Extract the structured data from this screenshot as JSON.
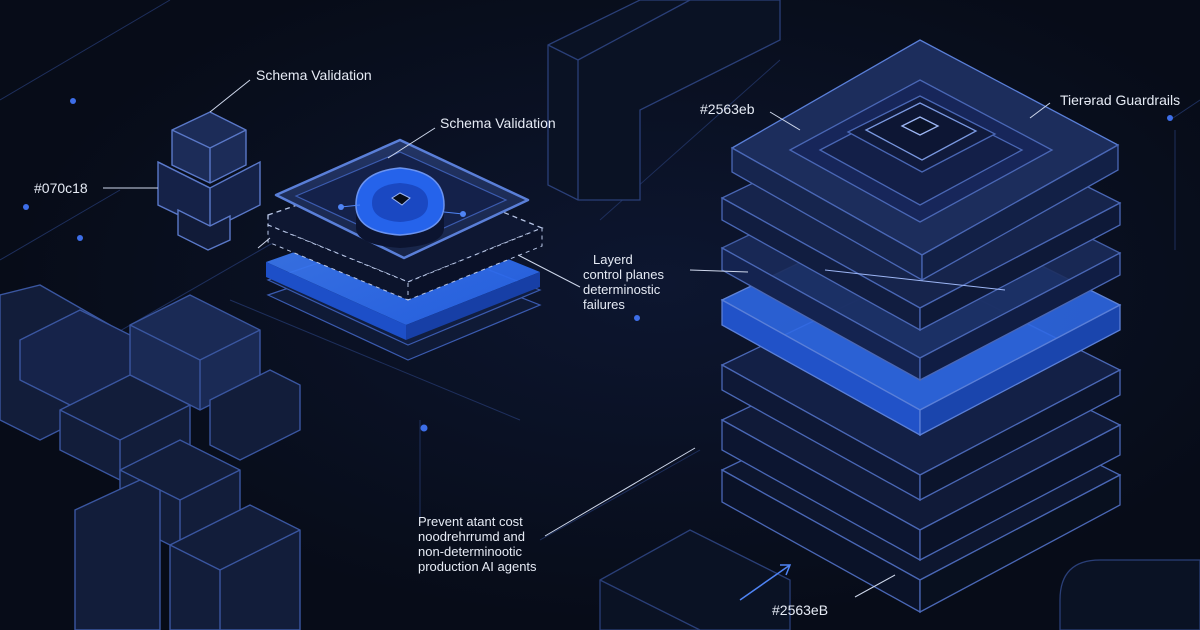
{
  "labels": {
    "schema_validation_top": "Schema Validation",
    "schema_validation_center": "Schema Validation",
    "tiered_guardrails": "Tierərad Guardrails",
    "hex_left": "#070c18",
    "hex_right_top": "#2563eb",
    "hex_bottom": "#2563eB",
    "layered_control": [
      "Layerd",
      "control planes",
      "determinostic",
      "failures"
    ],
    "prevent_note": [
      "Prevent atant cost",
      "noodrehrrumd and",
      "non-determinootic",
      "production AI agents"
    ]
  },
  "colors": {
    "background": "#070c18",
    "accent": "#2563eb",
    "line": "#3b5bb0",
    "panel": "#1b2a52"
  }
}
